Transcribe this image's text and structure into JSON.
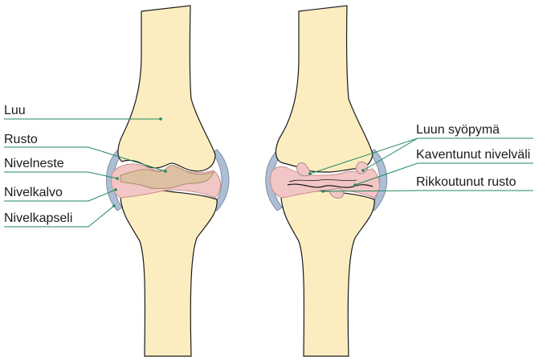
{
  "figure": {
    "left_knee": {
      "labels": {
        "bone": "Luu",
        "cartilage": "Rusto",
        "synovial_fluid": "Nivelneste",
        "synovial_membrane": "Nivelkalvo",
        "joint_capsule": "Nivelkapseli"
      }
    },
    "right_knee": {
      "labels": {
        "bone_erosion": "Luun syöpymä",
        "narrowed_joint_space": "Kaventunut nivelväli",
        "damaged_cartilage": "Rikkoutunut rusto"
      }
    }
  },
  "colors": {
    "bone": "#fcedc0",
    "bone_outline": "#1a1a1a",
    "cartilage": "#ddbfa2",
    "synovium": "#f1c6c4",
    "synovium_outline": "#c98f8c",
    "capsule": "#aebfd5",
    "leader_line": "#1f8a5c"
  }
}
